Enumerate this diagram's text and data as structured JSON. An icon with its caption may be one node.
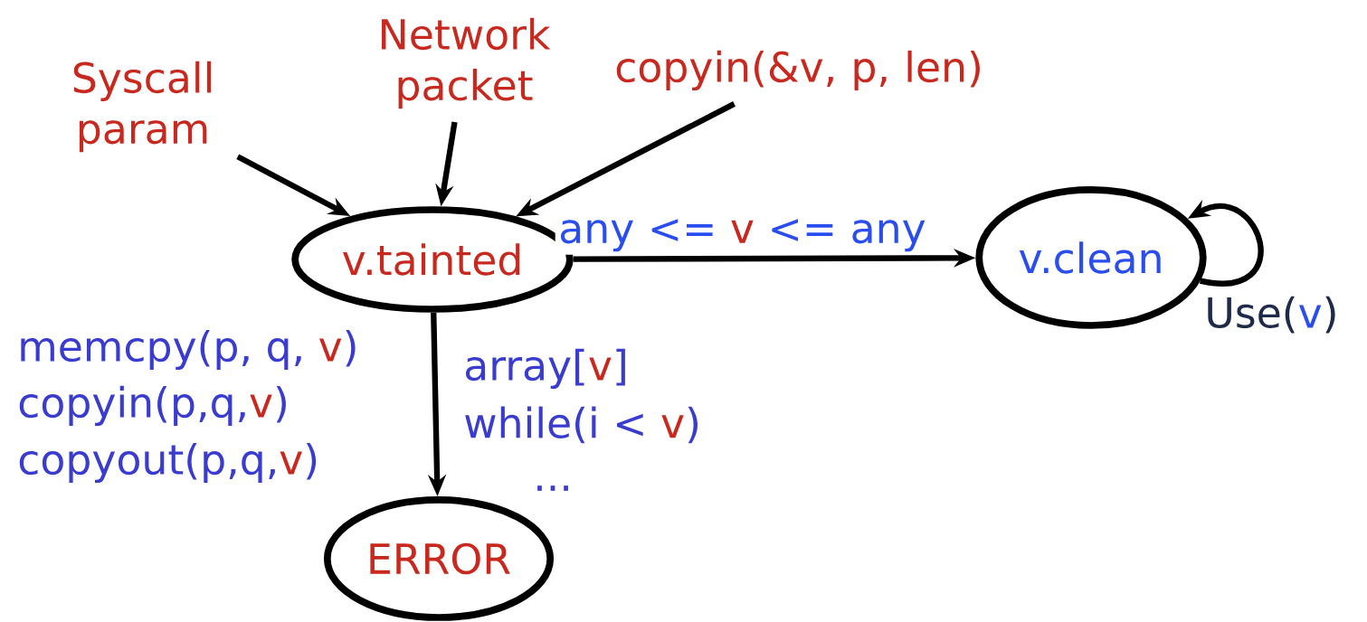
{
  "diagram": {
    "nodes": [
      {
        "text": [
          "Syscall param"
        ]
      },
      {
        "text": [
          "Network packet"
        ]
      },
      {
        "text": [
          "copyin(&v, p, len)"
        ]
      },
      {
        "text": [
          "v.tainted"
        ]
      },
      {
        "text": [
          "v.clean"
        ]
      },
      {
        "text": [
          "ERROR"
        ]
      }
    ],
    "edges": [
      {
        "from": 0,
        "to": 3,
        "arrow": "to"
      },
      {
        "from": 1,
        "to": 3,
        "arrow": "to"
      },
      {
        "from": 2,
        "to": 3,
        "arrow": "to"
      },
      {
        "from": 3,
        "to": 4,
        "arrow": "to",
        "label": "any <= **v** <= any"
      },
      {
        "from": 3,
        "to": 5,
        "arrow": "to"
      },
      {
        "from": 4,
        "to": 4,
        "arrow": "to",
        "label": "Use(**v**)"
      }
    ],
    "labels": [
      "memcpy(p, q, **v**)",
      "copyin(p,q,**v**)",
      "copyout(p,q,**v**)",
      "array[**v**]",
      "while(i < **v**)",
      "..."
    ]
  }
}
